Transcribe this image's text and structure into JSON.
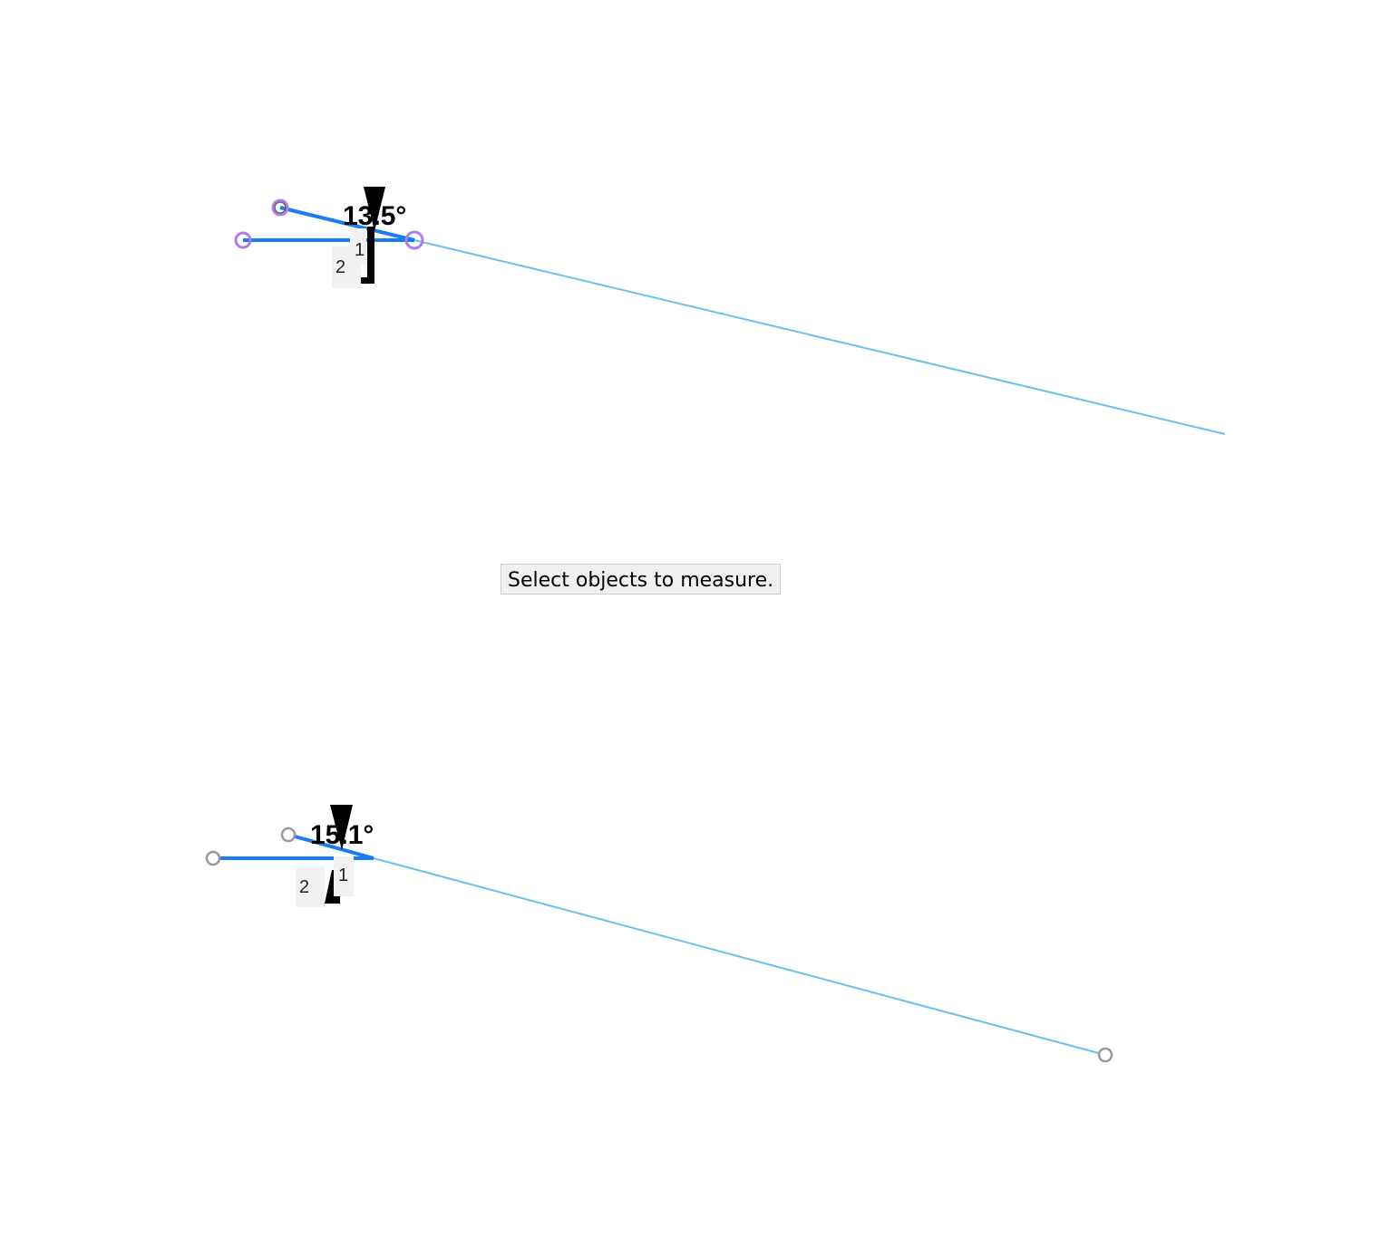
{
  "measurements": [
    {
      "angle_label": "13.5°",
      "segment_labels": [
        "1",
        "2"
      ],
      "state": "selected"
    },
    {
      "angle_label": "15.1°",
      "segment_labels": [
        "1",
        "2"
      ],
      "state": "unselected"
    }
  ],
  "status_message": "Select objects to measure.",
  "colors": {
    "segment": "#1a7cf5",
    "ray": "#6cc0ea",
    "selected_handle": "#b07cf0",
    "handle": "#999999"
  }
}
